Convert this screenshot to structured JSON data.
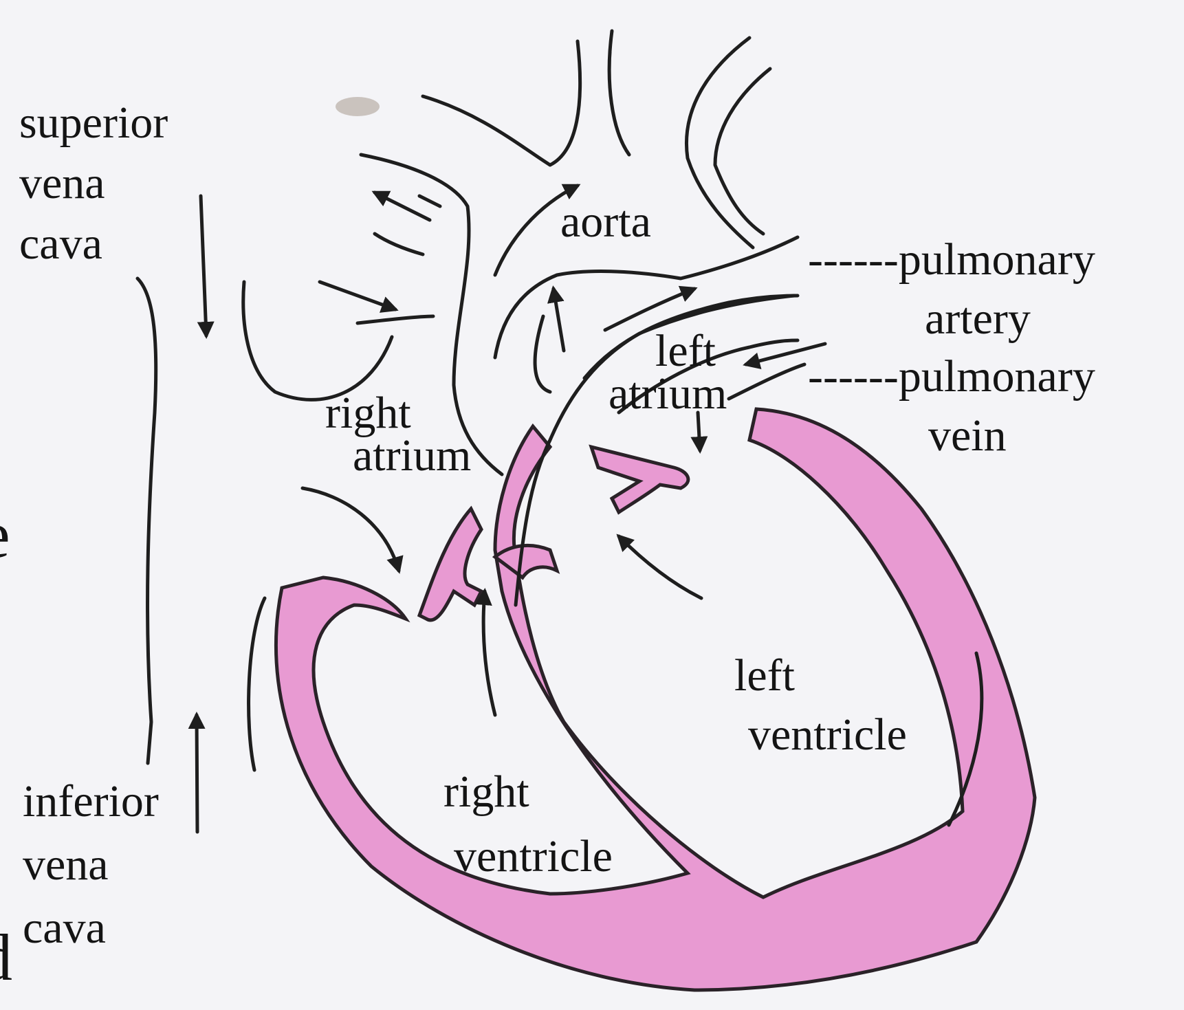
{
  "colors": {
    "paper": "#f4f4f7",
    "ink": "#141414",
    "heart_wall_fill": "#e89ad2",
    "heart_wall_stroke": "#2a2228"
  },
  "labels": {
    "superior_vena_cava": [
      "superior",
      "vena",
      "cava"
    ],
    "inferior_vena_cava": [
      "inferior",
      "vena",
      "cava"
    ],
    "aorta": "aorta",
    "pulmonary_artery": [
      "------pulmonary",
      "artery"
    ],
    "pulmonary_vein": [
      "------pulmonary",
      "vein"
    ],
    "right_atrium": [
      "right",
      "atrium"
    ],
    "left_atrium": [
      "left",
      "atrium"
    ],
    "right_ventricle": [
      "right",
      "ventricle"
    ],
    "left_ventricle": [
      "left",
      "ventricle"
    ]
  },
  "cropped_edge_glyphs": [
    "e",
    "d"
  ]
}
